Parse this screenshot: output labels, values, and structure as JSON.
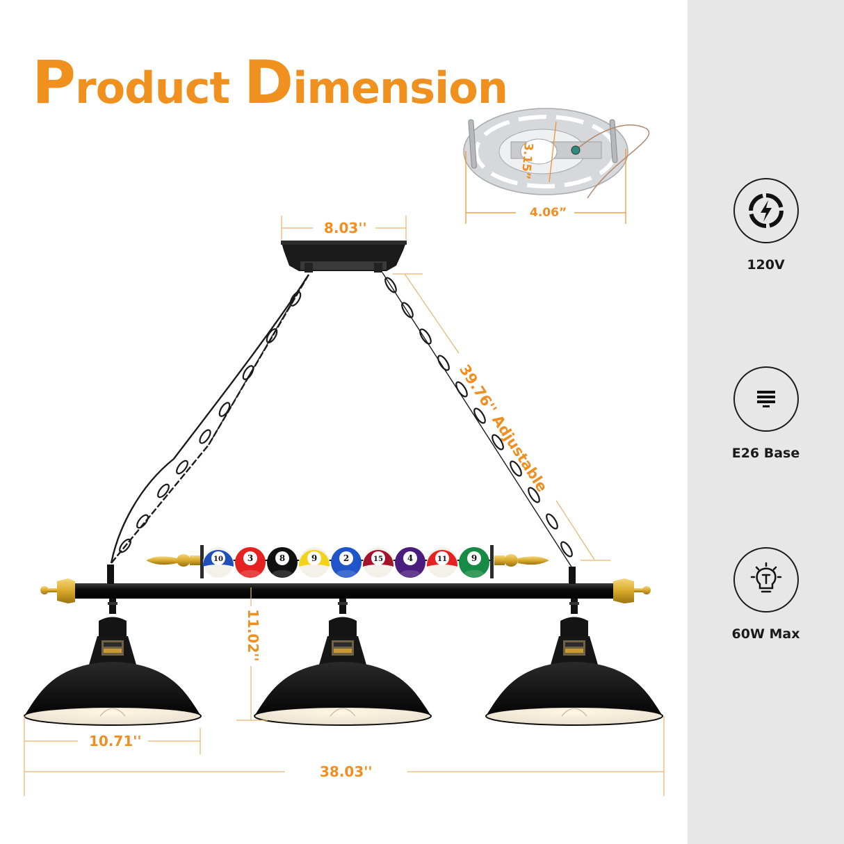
{
  "title": {
    "word1_cap": "P",
    "word1_rest": "roduct ",
    "word2_cap": "D",
    "word2_rest": "imension"
  },
  "colors": {
    "accent": "#f0901e",
    "dimension_line": "#e8b46e",
    "panel_bg": "#e7e7e7",
    "fixture_black": "#111111",
    "brass": "#d9a92a"
  },
  "dimensions": {
    "canopy_width": "8.03''",
    "mount_plate_width": "4.06”",
    "mount_plate_height": "3.15”",
    "chain_length": "39.76'' Adjustable",
    "shade_drop": "11.02''",
    "shade_diameter": "10.71''",
    "overall_length": "38.03''"
  },
  "specs": [
    {
      "icon": "voltage-bolt-icon",
      "label": "120V"
    },
    {
      "icon": "bulb-base-icon",
      "label": "E26 Base"
    },
    {
      "icon": "bulb-wattage-icon",
      "label": "60W Max"
    }
  ],
  "billiard_balls": [
    {
      "number": "10",
      "color": "#1f4fb8",
      "stripe": true
    },
    {
      "number": "3",
      "color": "#e42222",
      "stripe": false
    },
    {
      "number": "8",
      "color": "#111111",
      "stripe": false
    },
    {
      "number": "9",
      "color": "#f3d21a",
      "stripe": true
    },
    {
      "number": "2",
      "color": "#1f55c9",
      "stripe": false
    },
    {
      "number": "15",
      "color": "#a3132b",
      "stripe": true
    },
    {
      "number": "4",
      "color": "#4a1c7e",
      "stripe": false
    },
    {
      "number": "11",
      "color": "#e42222",
      "stripe": true
    },
    {
      "number": "9",
      "color": "#178a45",
      "stripe": false
    }
  ],
  "shades": [
    {
      "position": "left"
    },
    {
      "position": "center"
    },
    {
      "position": "right"
    }
  ]
}
